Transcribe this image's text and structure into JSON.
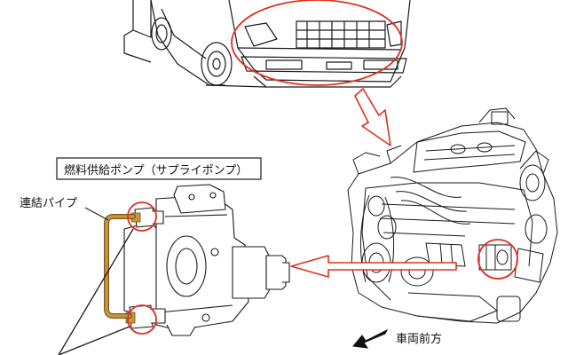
{
  "labels": {
    "pump_title": "燃料供給ポンプ（サプライポンプ）",
    "connecting_pipe": "連結パイプ",
    "vehicle_front": "車両前方"
  },
  "colors": {
    "ink": "#1a1a1a",
    "highlight": "#e0301e",
    "arrow_fill": "#ffffff",
    "pipe": "#c9953f"
  }
}
